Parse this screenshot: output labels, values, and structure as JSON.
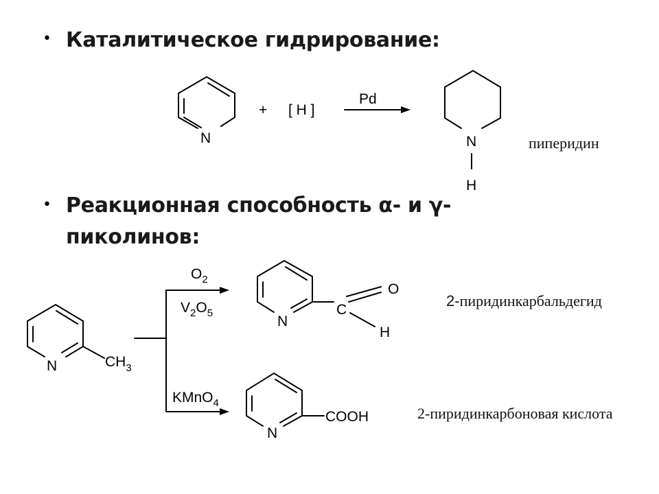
{
  "section1": {
    "bullet": "•",
    "title": "Каталитическое гидрирование:",
    "reaction": {
      "plus": "+",
      "reagent": "[ H ]",
      "catalyst": "Pd",
      "product_name": "пиперидин"
    }
  },
  "section2": {
    "bullet": "•",
    "title": "Реакционная способность α- и γ-пиколинов:",
    "reagents_top": {
      "o": "O",
      "o_sub": "2",
      "v": "V",
      "v_sub": "2",
      "o2": "O",
      "o2_sub": "5"
    },
    "reagent_bottom": {
      "main": "KMnO",
      "sub": "4"
    },
    "product_top_name_num": "2-",
    "product_top_name": "пиридинкарбальдегид",
    "product_bottom_name": "2-пиридинкарбоновая кислота"
  },
  "atoms": {
    "N": "N",
    "H": "H",
    "O": "O",
    "C": "C",
    "CH": "CH",
    "CH_sub": "3",
    "COOH": "COOH"
  }
}
